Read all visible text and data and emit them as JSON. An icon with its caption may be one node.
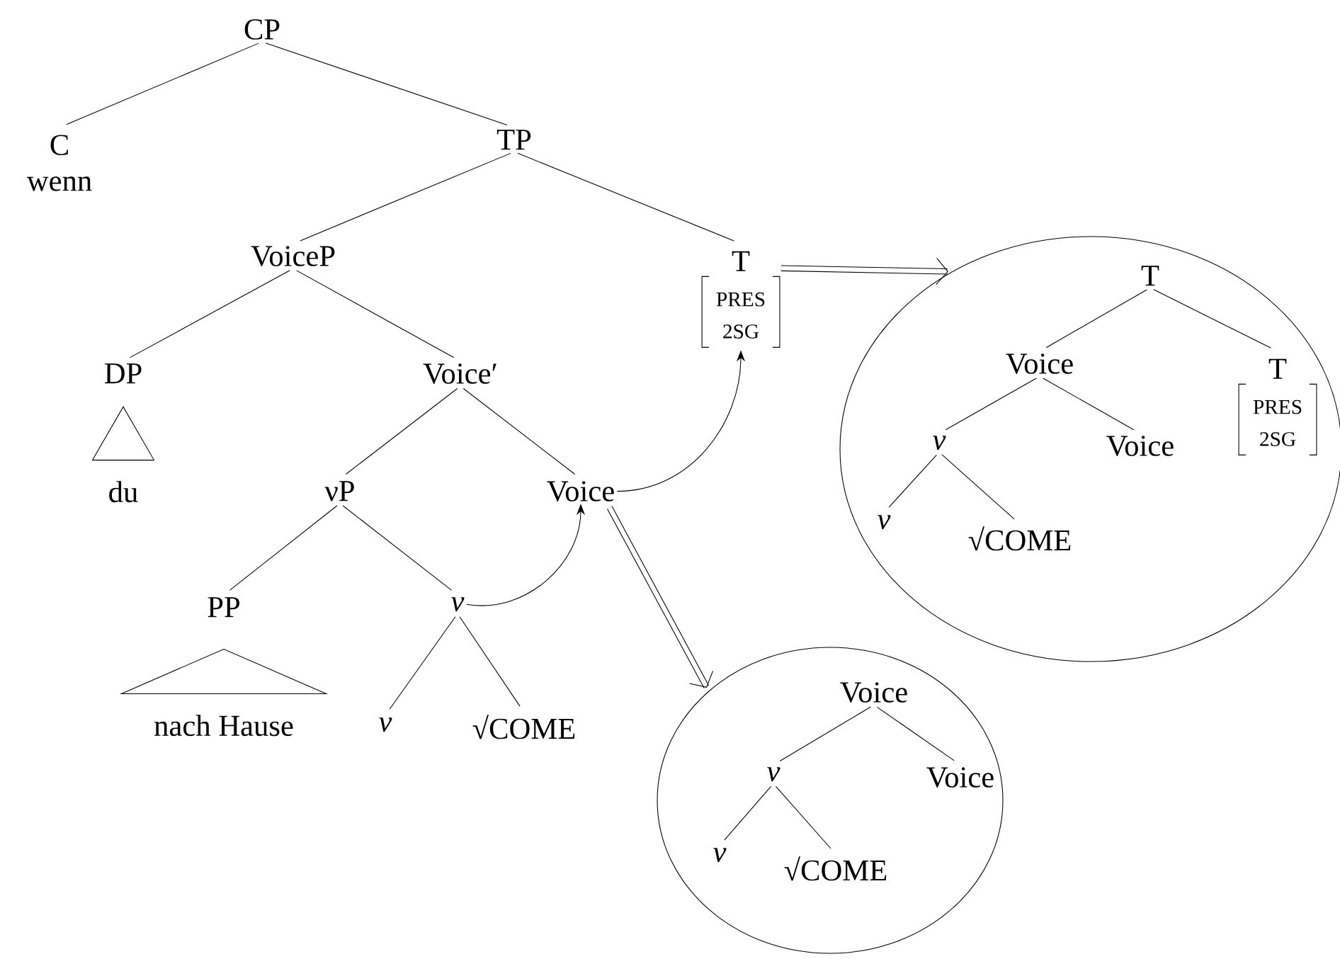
{
  "diagram": {
    "nodes": [
      {
        "text": [
          "CP"
        ]
      },
      {
        "text": [
          "C",
          "wenn"
        ]
      },
      {
        "text": [
          "TP"
        ]
      },
      {
        "text": [
          "VoiceP"
        ]
      },
      {
        "text": [
          "T",
          "PRES",
          "2SG"
        ]
      },
      {
        "text": [
          "DP"
        ]
      },
      {
        "text": [
          "Voice′"
        ]
      },
      {
        "text": [
          "du"
        ]
      },
      {
        "text": [
          "νP"
        ]
      },
      {
        "text": [
          "Voice"
        ]
      },
      {
        "text": [
          "PP"
        ]
      },
      {
        "text": [
          "ν"
        ]
      },
      {
        "text": [
          "nach Hause"
        ]
      },
      {
        "text": [
          "ν"
        ]
      },
      {
        "text": [
          "√COME"
        ]
      },
      {
        "text": [],
        "shape": "circle"
      },
      {
        "text": [
          "T"
        ],
        "in": 15
      },
      {
        "text": [
          "Voice"
        ],
        "in": 15
      },
      {
        "text": [
          "T",
          "PRES",
          "2SG"
        ],
        "in": 15
      },
      {
        "text": [
          "ν"
        ],
        "in": 15
      },
      {
        "text": [
          "Voice"
        ],
        "in": 15
      },
      {
        "text": [
          "ν"
        ],
        "in": 15
      },
      {
        "text": [
          "√COME"
        ],
        "in": 15
      },
      {
        "text": [],
        "shape": "circle"
      },
      {
        "text": [
          "Voice"
        ],
        "in": 23
      },
      {
        "text": [
          "ν"
        ],
        "in": 23
      },
      {
        "text": [
          "Voice"
        ],
        "in": 23
      },
      {
        "text": [
          "ν"
        ],
        "in": 23
      },
      {
        "text": [
          "√COME"
        ],
        "in": 23
      },
      {
        "text": [],
        "shape": "triangle"
      },
      {
        "text": [],
        "shape": "triangle"
      }
    ],
    "edges": [
      {
        "from": 0,
        "to": 1,
        "arrow": "none"
      },
      {
        "from": 0,
        "to": 2,
        "arrow": "none"
      },
      {
        "from": 2,
        "to": 3,
        "arrow": "none"
      },
      {
        "from": 2,
        "to": 4,
        "arrow": "none"
      },
      {
        "from": 3,
        "to": 5,
        "arrow": "none"
      },
      {
        "from": 3,
        "to": 6,
        "arrow": "none"
      },
      {
        "from": 6,
        "to": 8,
        "arrow": "none"
      },
      {
        "from": 6,
        "to": 9,
        "arrow": "none"
      },
      {
        "from": 8,
        "to": 10,
        "arrow": "none"
      },
      {
        "from": 8,
        "to": 11,
        "arrow": "none"
      },
      {
        "from": 11,
        "to": 13,
        "arrow": "none"
      },
      {
        "from": 11,
        "to": 14,
        "arrow": "none"
      },
      {
        "from": 16,
        "to": 17,
        "arrow": "none"
      },
      {
        "from": 16,
        "to": 18,
        "arrow": "none"
      },
      {
        "from": 17,
        "to": 19,
        "arrow": "none"
      },
      {
        "from": 17,
        "to": 20,
        "arrow": "none"
      },
      {
        "from": 19,
        "to": 21,
        "arrow": "none"
      },
      {
        "from": 19,
        "to": 22,
        "arrow": "none"
      },
      {
        "from": 24,
        "to": 25,
        "arrow": "none"
      },
      {
        "from": 24,
        "to": 26,
        "arrow": "none"
      },
      {
        "from": 25,
        "to": 27,
        "arrow": "none"
      },
      {
        "from": 25,
        "to": 28,
        "arrow": "none"
      },
      {
        "from": 11,
        "to": 9,
        "arrow": "to"
      },
      {
        "from": 9,
        "to": 4,
        "arrow": "to"
      },
      {
        "from": 4,
        "to": 15,
        "arrow": "to",
        "style": "thick"
      },
      {
        "from": 9,
        "to": 23,
        "arrow": "to",
        "style": "thick"
      }
    ]
  }
}
